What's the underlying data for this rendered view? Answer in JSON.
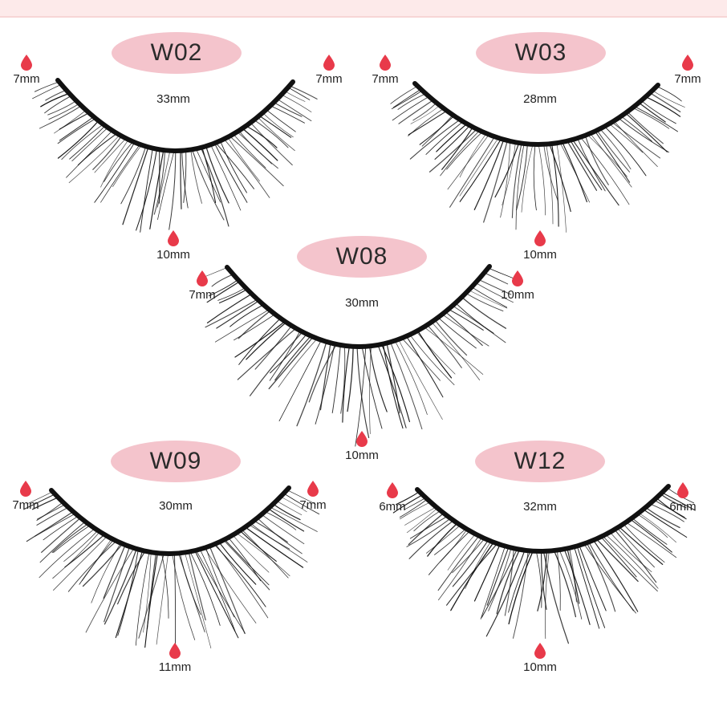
{
  "colors": {
    "badge_bg": "#f4c4cc",
    "drop": "#e83a4a",
    "lash": "#111111",
    "top_bar": "#fdeaea"
  },
  "drop_icon": "drop-icon",
  "lashes": [
    {
      "id": "w02",
      "style": "W02",
      "width": "33mm",
      "left_length": "7mm",
      "right_length": "7mm",
      "center_length": "10mm"
    },
    {
      "id": "w03",
      "style": "W03",
      "width": "28mm",
      "left_length": "7mm",
      "right_length": "7mm",
      "center_length": "10mm"
    },
    {
      "id": "w08",
      "style": "W08",
      "width": "30mm",
      "left_length": "7mm",
      "right_length": "10mm",
      "center_length": "10mm"
    },
    {
      "id": "w09",
      "style": "W09",
      "width": "30mm",
      "left_length": "7mm",
      "right_length": "7mm",
      "center_length": "11mm"
    },
    {
      "id": "w12",
      "style": "W12",
      "width": "32mm",
      "left_length": "6mm",
      "right_length": "6mm",
      "center_length": "10mm"
    }
  ]
}
